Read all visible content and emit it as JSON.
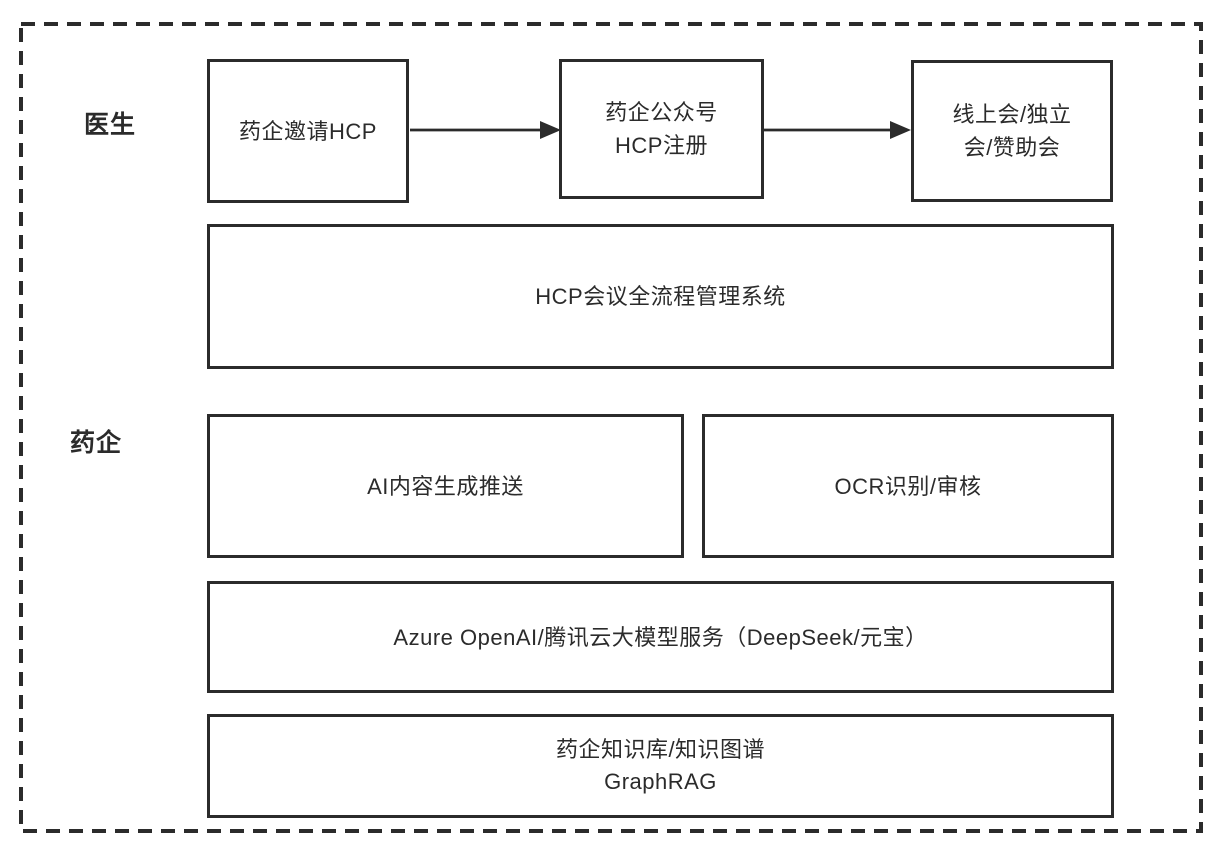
{
  "canvas": {
    "background": "#ffffff",
    "stroke_color": "#2b2b2b",
    "text_color": "#2b2b2b"
  },
  "lanes": {
    "doctor": "医生",
    "pharma": "药企"
  },
  "flow": {
    "invite": "药企邀请HCP",
    "register_line1": "药企公众号",
    "register_line2": "HCP注册",
    "meeting_line1": "线上会/独立",
    "meeting_line2": "会/赞助会"
  },
  "layers": {
    "hcp_system": "HCP会议全流程管理系统",
    "ai_content": "AI内容生成推送",
    "ocr_review": "OCR识别/审核",
    "llm_service": "Azure OpenAI/腾讯云大模型服务（DeepSeek/元宝）",
    "knowledge_line1": "药企知识库/知识图谱",
    "knowledge_line2": "GraphRAG"
  }
}
